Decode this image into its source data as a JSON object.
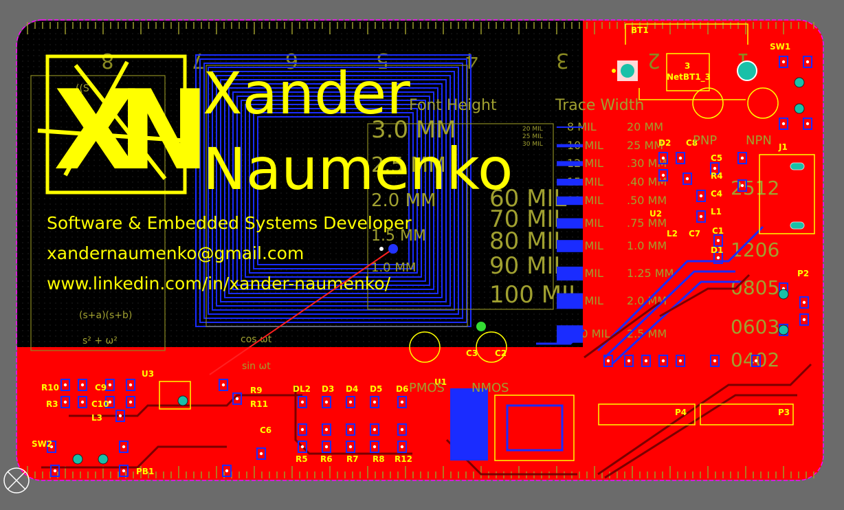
{
  "colors": {
    "background": "#6b6b6b",
    "board_black": "#000000",
    "copper_top": "#ff0000",
    "copper_bottom": "#1a2cff",
    "silkscreen": "#ffff00",
    "ruler": "#9b9b2b",
    "outline": "#ff00ff",
    "pad": "#19c0a8"
  },
  "card": {
    "name_line1": "Xander",
    "name_line2": "Naumenko",
    "title": "Software & Embedded Systems Developer",
    "email": "xandernaumenko@gmail.com",
    "linkedin": "www.linkedin.com/in/xander-naumenko/",
    "logo_letters": "XN"
  },
  "ruler_numbers": [
    "8",
    "7",
    "6",
    "5",
    "4",
    "3",
    "2",
    "1"
  ],
  "table": {
    "header_font_height": "Font Height",
    "header_trace_width": "Trace Width",
    "font_heights": [
      "3.0 MM",
      "2.5 MM",
      "2.0 MM",
      "1.5 MM",
      "1.0 MM"
    ],
    "mil_sizes": [
      "60 MIL",
      "70 MIL",
      "80 MIL",
      "90 MIL",
      "100 MIL"
    ],
    "trace_mm": [
      "20 MM",
      "25 MM",
      ".30 MM",
      ".40 MM",
      ".50 MM",
      ".75 MM",
      "1.0 MM",
      "1.25 MM",
      "2.0 MM",
      "2.5 MM"
    ],
    "trace_mil": [
      "8 MIL",
      "10 MIL",
      "12 MIL",
      "15 MIL",
      "20 MIL",
      "30 MIL",
      "40 MIL",
      "50 MIL",
      "75 MIL",
      "100 MIL"
    ],
    "small_sizes": [
      "20 MIL",
      "25 MIL",
      "30 MIL"
    ]
  },
  "package_sizes": [
    "2512",
    "1206",
    "0805",
    "0603",
    "0402"
  ],
  "math": {
    "formula_cos": "cos ωt",
    "formula_sin": "sin ωt",
    "fraction_1": "(s+a)(s+b)",
    "fraction_2": "s² + ω²"
  },
  "components": {
    "bt1": "BT1",
    "sw1": "SW1",
    "sw2": "SW2",
    "netbt": "NetBT1_3",
    "net_num": "3",
    "j1": "J1",
    "p2": "P2",
    "p3": "P3",
    "p4": "P4",
    "pb1": "PB1",
    "u1": "U1",
    "u2": "U2",
    "u3": "U3",
    "d1": "D1",
    "d2": "D2",
    "dl2": "DL2",
    "d3": "D3",
    "d4": "D4",
    "d5": "D5",
    "d6": "D6",
    "c1": "C1",
    "c2": "C2",
    "c3": "C3",
    "c4": "C4",
    "c5": "C5",
    "c6": "C6",
    "c7": "C7",
    "c8": "C8",
    "c9": "C9",
    "c10": "C10",
    "l1": "L1",
    "l2": "L2",
    "l3": "L3",
    "r3": "R3",
    "r4": "R4",
    "r5": "R5",
    "r6": "R6",
    "r7": "R7",
    "r8": "R8",
    "r9": "R9",
    "r10": "R10",
    "r11": "R11",
    "r12": "R12",
    "npn": "NPN",
    "pnp": "PNP",
    "pmos": "PMOS",
    "nmos": "NMOS"
  }
}
